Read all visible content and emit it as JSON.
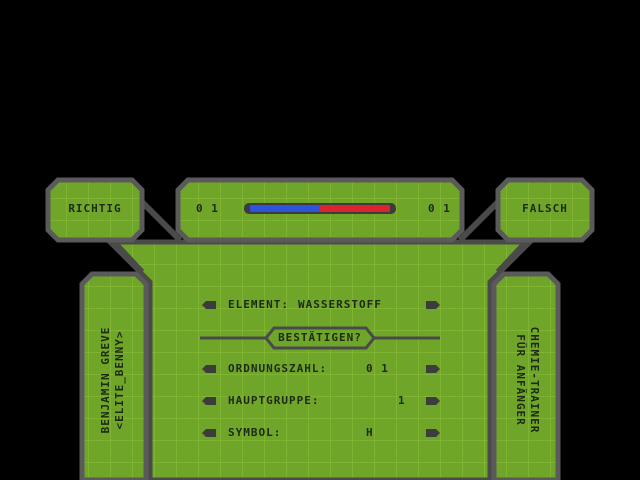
{
  "hud": {
    "correct_label": "RICHTIG",
    "wrong_label": "FALSCH",
    "correct_count": "0 1",
    "wrong_count": "0 1",
    "score_ratio": 0.5,
    "colors": {
      "correct": "#2e55d9",
      "wrong": "#d9252e",
      "panel": "#6fa62a",
      "grid": "#8cc23a",
      "border": "#5a5a5a"
    }
  },
  "quiz": {
    "element_label": "ELEMENT:",
    "element_value": "WASSERSTOFF",
    "confirm_label": "BESTÄTIGEN?",
    "rows": [
      {
        "label": "ORDNUNGSZAHL:",
        "value": "0  1"
      },
      {
        "label": "HAUPTGRUPPE:",
        "value": "1"
      },
      {
        "label": "SYMBOL:",
        "value": "H"
      }
    ]
  },
  "side": {
    "left_line1": "BENJAMIN GREVE",
    "left_line2": "<ELITE_BENNY>",
    "right_line1": "CHEMIE-TRAINER",
    "right_line2": "FÜR ANFÄNGER"
  }
}
